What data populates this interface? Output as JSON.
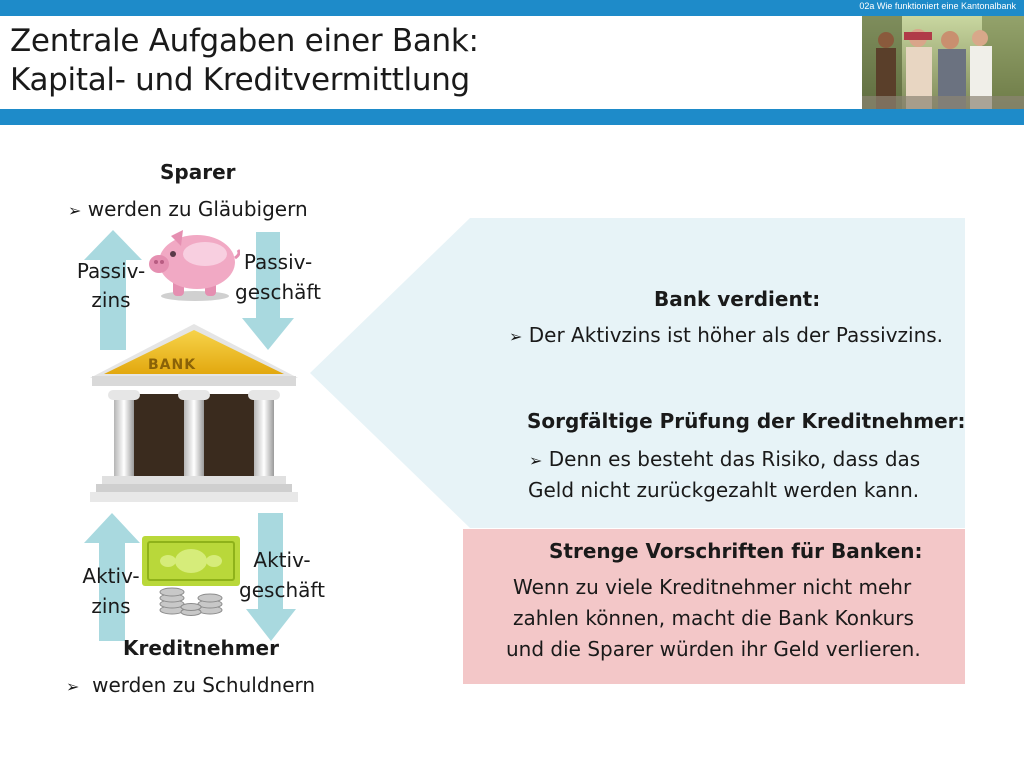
{
  "header": {
    "section_label": "02a Wie funktioniert eine Kantonalbank",
    "title_line1": "Zentrale Aufgaben einer Bank:",
    "title_line2": "Kapital- und Kreditvermittlung"
  },
  "diagram": {
    "sparer_heading": "Sparer",
    "sparer_point": "werden zu Gläubigern",
    "passivzins_line1": "Passiv-",
    "passivzins_line2": "zins",
    "passivgeschaeft_line1": "Passiv-",
    "passivgeschaeft_line2": "geschäft",
    "bank_sign": "BANK",
    "aktivzins_line1": "Aktiv-",
    "aktivzins_line2": "zins",
    "aktivgeschaeft_line1": "Aktiv-",
    "aktivgeschaeft_line2": "geschäft",
    "kreditnehmer_heading": "Kreditnehmer",
    "kreditnehmer_point": "werden zu Schuldnern"
  },
  "panel": {
    "earn_heading": "Bank verdient:",
    "earn_point": "Der Aktivzins ist höher als der Passivzins.",
    "check_heading": "Sorgfältige Prüfung der Kreditnehmer:",
    "check_line1": "Denn es besteht das Risiko, dass das",
    "check_line2": "Geld nicht zurückgezahlt werden kann.",
    "rules_heading": "Strenge Vorschriften für Banken:",
    "rules_line1": "Wenn zu viele Kreditnehmer nicht mehr",
    "rules_line2": "zahlen können, macht die Bank Konkurs",
    "rules_line3": "und die Sparer würden ihr Geld verlieren."
  },
  "colors": {
    "brand_blue": "#1e8bc9",
    "panel_blue": "#e7f3f7",
    "warn_pink": "#f3c7c8",
    "arrow_blue": "#a9d9df",
    "piggy_pink": "#f1a9c4",
    "bank_gold": "#f2c21e",
    "money_green": "#b9d83a"
  },
  "icons": [
    "bullet-arrow-icon",
    "piggy-bank-icon",
    "bank-building-icon",
    "money-coins-icon",
    "arrow-up-icon",
    "arrow-down-icon"
  ]
}
